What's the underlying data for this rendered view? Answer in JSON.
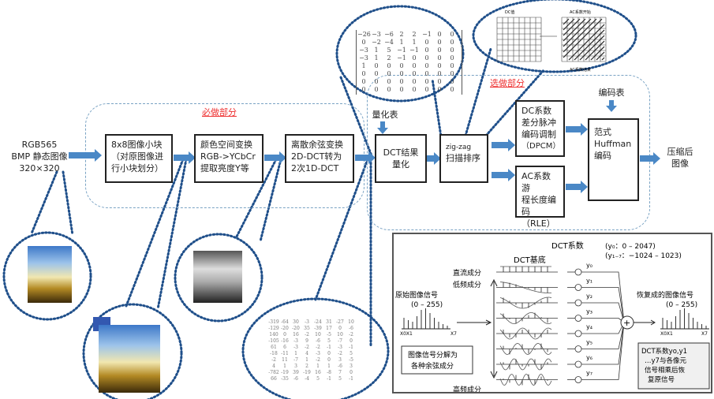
{
  "input": {
    "line1": "RGB565",
    "line2": "BMP 静态图像",
    "line3": "320×320"
  },
  "required_section": {
    "label": "必做部分"
  },
  "optional_section": {
    "label": "选做部分"
  },
  "steps": {
    "block": [
      "8x8图像小块",
      "（对原图像进",
      "行小块划分）"
    ],
    "color": [
      "颜色空间变换",
      "RGB->YCbCr",
      "提取亮度Y等"
    ],
    "dct": [
      "离散余弦变换",
      "2D-DCT转为",
      "2次1D-DCT"
    ],
    "quant_table": "量化表",
    "quant": [
      "DCT结果",
      "量化"
    ],
    "zigzag": [
      "zig-zag",
      "扫描排序"
    ],
    "dc": [
      "DC系数",
      "差分脉冲",
      "编码调制",
      "（DPCM）"
    ],
    "ac": [
      "AC系数游",
      "程长度编",
      "码（RLE）"
    ],
    "code_table": "编码表",
    "huffman": [
      "范式",
      "Huffman",
      "编码"
    ],
    "output": [
      "压缩后",
      "图像"
    ]
  },
  "quant_matrix": [
    [
      "−26",
      "−3",
      "−6",
      "2",
      "2",
      "−1",
      "0",
      "0"
    ],
    [
      "0",
      "−2",
      "−4",
      "1",
      "1",
      "0",
      "0",
      "0"
    ],
    [
      "−3",
      "1",
      "5",
      "−1",
      "−1",
      "0",
      "0",
      "0"
    ],
    [
      "−3",
      "1",
      "2",
      "−1",
      "0",
      "0",
      "0",
      "0"
    ],
    [
      "1",
      "0",
      "0",
      "0",
      "0",
      "0",
      "0",
      "0"
    ],
    [
      "0",
      "0",
      "0",
      "0",
      "0",
      "0",
      "0",
      "0"
    ],
    [
      "0",
      "0",
      "0",
      "0",
      "0",
      "0",
      "0",
      "0"
    ],
    [
      "0",
      "0",
      "0",
      "0",
      "0",
      "0",
      "0",
      "0"
    ]
  ],
  "zigzag_labels": {
    "dc": "DC值",
    "ac_start": "AC系数开始",
    "ac_end": "AC系数结束"
  },
  "dct_matrix": [
    [
      "-319",
      "-64",
      "30",
      "-3",
      "-24",
      "31",
      "-27",
      "10"
    ],
    [
      "-129",
      "-20",
      "-20",
      "35",
      "-39",
      "17",
      "0",
      "-6"
    ],
    [
      "140",
      "0",
      "16",
      "-2",
      "10",
      "-5",
      "10",
      "-2"
    ],
    [
      "-105",
      "-16",
      "-3",
      "9",
      "-6",
      "5",
      "-7",
      "0"
    ],
    [
      "61",
      "6",
      "-3",
      "-2",
      "-2",
      "-1",
      "-3",
      "-1"
    ],
    [
      "-18",
      "-11",
      "1",
      "4",
      "-3",
      "0",
      "-2",
      "5"
    ],
    [
      "-2",
      "11",
      "-7",
      "1",
      "-2",
      "0",
      "3",
      "-5"
    ],
    [
      "4",
      "1",
      "3",
      "2",
      "1",
      "1",
      "-6",
      "3"
    ],
    [
      "",
      "",
      "",
      "",
      "",
      "",
      "",
      ""
    ],
    [
      "-782",
      "-19",
      "39",
      "-19",
      "16",
      "-8",
      "7",
      "0"
    ],
    [
      "66",
      "-35",
      "-6",
      "-4",
      "5",
      "-1",
      "5",
      "-1"
    ]
  ],
  "dct_panel": {
    "coef_title": "DCT系数",
    "range1": "(y₀：0 – 2047)",
    "range2": "(y₁₋₇：−1024 – 1023)",
    "basis_title": "DCT基底",
    "dc_label": "直流成分",
    "low_label": "低频成分",
    "high_label": "高频成分",
    "orig_title": "原始图像信号",
    "orig_range": "(0 – 255)",
    "x0x1": "X0X1",
    "x7": "X7",
    "recon_title": "恢复成的图像信号",
    "recon_range": "(0 – 255)",
    "decompose": [
      "图像信号分解为",
      "各种余弦成分"
    ],
    "recombine": [
      "DCT系数yo,y1",
      "…y7与各像元",
      "信号相乘后恢",
      "复原信号"
    ],
    "y_labels": [
      "y₀",
      "y₁",
      "y₂",
      "y₃",
      "y₄",
      "y₅",
      "y₆",
      "y₇"
    ]
  },
  "colors": {
    "arrow": "#4a88c6",
    "dotted": "#1f4f8a",
    "dash": "#7aa3c4",
    "section_label": "#e33333"
  }
}
